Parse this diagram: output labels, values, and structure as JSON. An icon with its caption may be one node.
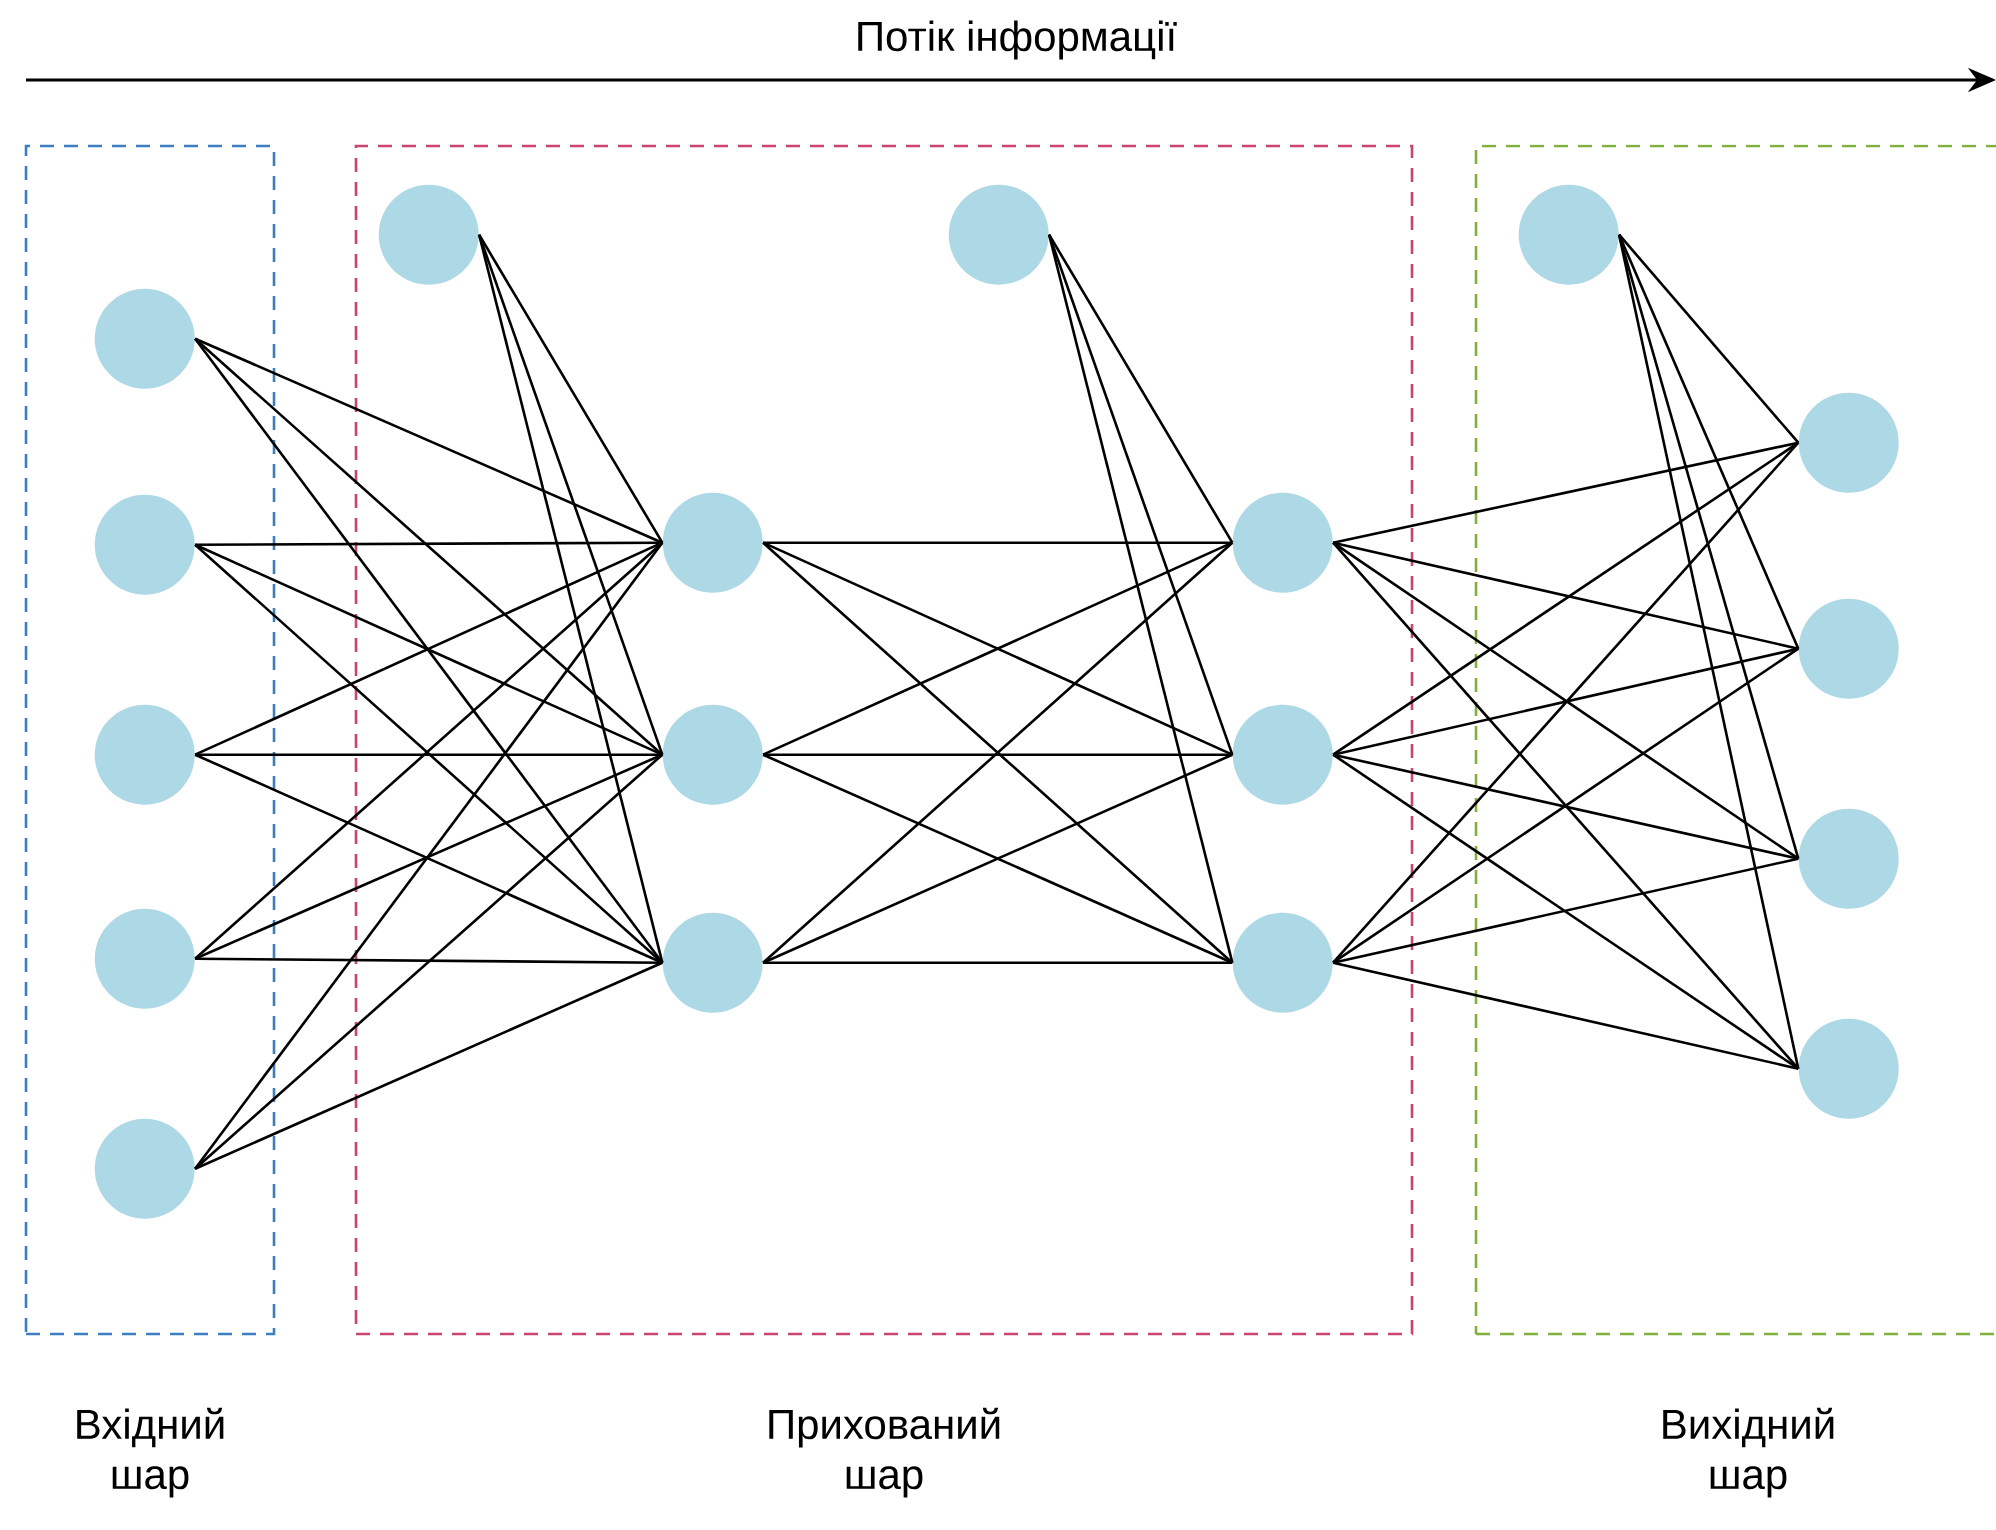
{
  "diagram": {
    "nodes": [
      {
        "text": [
          "Вхідний шар"
        ]
      },
      {
        "text": [],
        "shape": "circle",
        "in": 0
      },
      {
        "text": [],
        "shape": "circle",
        "in": 0
      },
      {
        "text": [],
        "shape": "circle",
        "in": 0
      },
      {
        "text": [],
        "shape": "circle",
        "in": 0
      },
      {
        "text": [],
        "shape": "circle",
        "in": 0
      },
      {
        "text": [
          "Прихований шар"
        ]
      },
      {
        "text": [],
        "shape": "circle",
        "in": 6
      },
      {
        "text": [],
        "shape": "circle",
        "in": 6
      },
      {
        "text": [],
        "shape": "circle",
        "in": 6
      },
      {
        "text": [],
        "shape": "circle",
        "in": 6
      },
      {
        "text": [],
        "shape": "circle",
        "in": 6
      },
      {
        "text": [],
        "shape": "circle",
        "in": 6
      },
      {
        "text": [],
        "shape": "circle",
        "in": 6
      },
      {
        "text": [],
        "shape": "circle",
        "in": 6
      },
      {
        "text": [
          "Вихідний шар"
        ]
      },
      {
        "text": [],
        "shape": "circle",
        "in": 15
      },
      {
        "text": [],
        "shape": "circle",
        "in": 15
      },
      {
        "text": [],
        "shape": "circle",
        "in": 15
      },
      {
        "text": [],
        "shape": "circle",
        "in": 15
      },
      {
        "text": [],
        "shape": "circle",
        "in": 15
      }
    ],
    "edges": [
      {
        "from": 1,
        "to": 8,
        "arrow": "none"
      },
      {
        "from": 1,
        "to": 9,
        "arrow": "none"
      },
      {
        "from": 1,
        "to": 10,
        "arrow": "none"
      },
      {
        "from": 2,
        "to": 8,
        "arrow": "none"
      },
      {
        "from": 2,
        "to": 9,
        "arrow": "none"
      },
      {
        "from": 2,
        "to": 10,
        "arrow": "none"
      },
      {
        "from": 3,
        "to": 8,
        "arrow": "none"
      },
      {
        "from": 3,
        "to": 9,
        "arrow": "none"
      },
      {
        "from": 3,
        "to": 10,
        "arrow": "none"
      },
      {
        "from": 4,
        "to": 8,
        "arrow": "none"
      },
      {
        "from": 4,
        "to": 9,
        "arrow": "none"
      },
      {
        "from": 4,
        "to": 10,
        "arrow": "none"
      },
      {
        "from": 5,
        "to": 8,
        "arrow": "none"
      },
      {
        "from": 5,
        "to": 9,
        "arrow": "none"
      },
      {
        "from": 5,
        "to": 10,
        "arrow": "none"
      },
      {
        "from": 7,
        "to": 8,
        "arrow": "none"
      },
      {
        "from": 7,
        "to": 9,
        "arrow": "none"
      },
      {
        "from": 7,
        "to": 10,
        "arrow": "none"
      },
      {
        "from": 8,
        "to": 12,
        "arrow": "none"
      },
      {
        "from": 8,
        "to": 13,
        "arrow": "none"
      },
      {
        "from": 8,
        "to": 14,
        "arrow": "none"
      },
      {
        "from": 9,
        "to": 12,
        "arrow": "none"
      },
      {
        "from": 9,
        "to": 13,
        "arrow": "none"
      },
      {
        "from": 9,
        "to": 14,
        "arrow": "none"
      },
      {
        "from": 10,
        "to": 12,
        "arrow": "none"
      },
      {
        "from": 10,
        "to": 13,
        "arrow": "none"
      },
      {
        "from": 10,
        "to": 14,
        "arrow": "none"
      },
      {
        "from": 11,
        "to": 12,
        "arrow": "none"
      },
      {
        "from": 11,
        "to": 13,
        "arrow": "none"
      },
      {
        "from": 11,
        "to": 14,
        "arrow": "none"
      },
      {
        "from": 12,
        "to": 17,
        "arrow": "none"
      },
      {
        "from": 12,
        "to": 18,
        "arrow": "none"
      },
      {
        "from": 12,
        "to": 19,
        "arrow": "none"
      },
      {
        "from": 12,
        "to": 20,
        "arrow": "none"
      },
      {
        "from": 13,
        "to": 17,
        "arrow": "none"
      },
      {
        "from": 13,
        "to": 18,
        "arrow": "none"
      },
      {
        "from": 13,
        "to": 19,
        "arrow": "none"
      },
      {
        "from": 13,
        "to": 20,
        "arrow": "none"
      },
      {
        "from": 14,
        "to": 17,
        "arrow": "none"
      },
      {
        "from": 14,
        "to": 18,
        "arrow": "none"
      },
      {
        "from": 14,
        "to": 19,
        "arrow": "none"
      },
      {
        "from": 14,
        "to": 20,
        "arrow": "none"
      },
      {
        "from": 16,
        "to": 17,
        "arrow": "none"
      },
      {
        "from": 16,
        "to": 18,
        "arrow": "none"
      },
      {
        "from": 16,
        "to": 19,
        "arrow": "none"
      },
      {
        "from": 16,
        "to": 20,
        "arrow": "none"
      }
    ],
    "labels": [
      "Потік інформації"
    ]
  }
}
